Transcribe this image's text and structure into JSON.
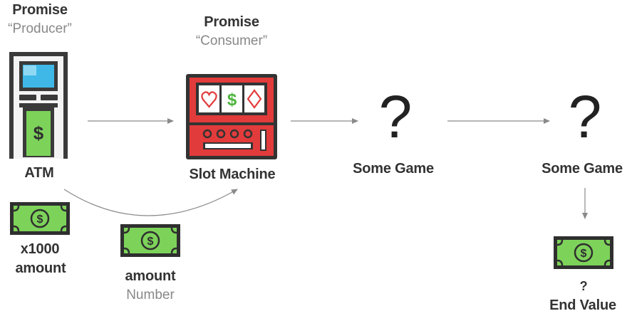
{
  "producer": {
    "heading": "Promise",
    "subheading": "“Producer”",
    "label": "ATM"
  },
  "consumer": {
    "heading": "Promise",
    "subheading": "“Consumer”",
    "label": "Slot Machine"
  },
  "game_one": {
    "symbol": "?",
    "label": "Some Game"
  },
  "game_two": {
    "symbol": "?",
    "label": "Some Game"
  },
  "atm_cash": {
    "line1": "x1000",
    "line2": "amount"
  },
  "passed_value": {
    "label": "amount",
    "type": "Number"
  },
  "end_value": {
    "symbol": "?",
    "label": "End Value"
  },
  "icons": {
    "atm": "atm-icon",
    "slot_machine": "slot-machine-icon",
    "banknote": "banknote-icon",
    "arrow": "arrow-icon"
  },
  "colors": {
    "atm_frame": "#3a3a3a",
    "atm_screen": "#3fb8e8",
    "slot_red": "#e23b3b",
    "money_green": "#7dd35a",
    "money_dark": "#2f2f2f",
    "arrow_gray": "#8a8a8a"
  }
}
